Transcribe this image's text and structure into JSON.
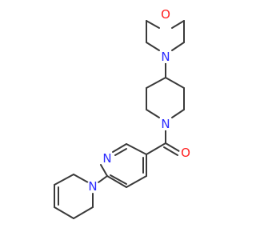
{
  "molecule": {
    "atoms": {
      "morpholine_o": "O",
      "morpholine_n": "N",
      "piperidine_n": "N",
      "carbonyl_o": "O",
      "pyridine_n": "N",
      "tetrahydropyridine_n": "N"
    }
  },
  "colors": {
    "bond": "#3a3a3a",
    "nitrogen": "#2b2bff",
    "oxygen": "#ff2020",
    "background": "#ffffff"
  }
}
